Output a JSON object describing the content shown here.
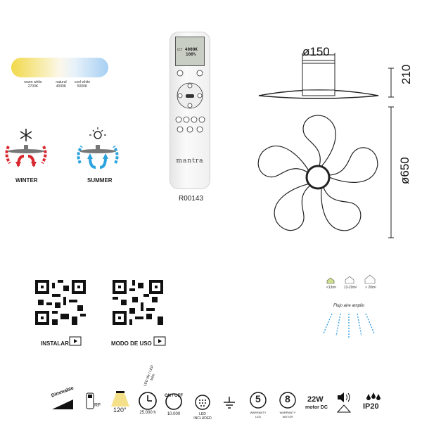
{
  "color_temps": [
    {
      "name": "warm white",
      "k": "2700K"
    },
    {
      "name": "natural",
      "k": "4000K"
    },
    {
      "name": "cool white",
      "k": "5000K"
    }
  ],
  "modes": {
    "winter": "WINTER",
    "summer": "SUMMER"
  },
  "remote": {
    "model": "R00143",
    "brand": "mantra",
    "screen_line1": "4000K",
    "screen_line2": "100%",
    "screen_prefix": "CCT"
  },
  "dims": {
    "top": "ø150",
    "height": "210",
    "diameter": "ø650"
  },
  "qr": {
    "install": "INSTALAR",
    "use": "MODO DE USO"
  },
  "rooms": [
    {
      "label": "<13m²"
    },
    {
      "label": "13-20m²"
    },
    {
      "label": "> 20m²"
    }
  ],
  "airflow": "Flujo aire amplio",
  "specs": {
    "dimmable": "Dimmable",
    "remote": "RF",
    "angle": "120°",
    "led_life_line1": "LED life / LED lebe",
    "led_life_hours": "25.000 h",
    "on_off_line1": "ON / OFF",
    "on_off_cycles": "10.000",
    "led_included": "LED INCLUDED",
    "warranty_led_years": "5",
    "warranty_led_text": "WARRANTY LED",
    "warranty_motor_years": "8",
    "warranty_motor_text": "WARRANTY MOTOR",
    "power": "22W",
    "motor": "motor DC",
    "ip": "IP20"
  },
  "colors": {
    "warm": "#f1d54c",
    "cool": "#a9d3f5",
    "red": "#d9272e",
    "blue": "#2aa3df",
    "frame": "#1a1a1a"
  }
}
